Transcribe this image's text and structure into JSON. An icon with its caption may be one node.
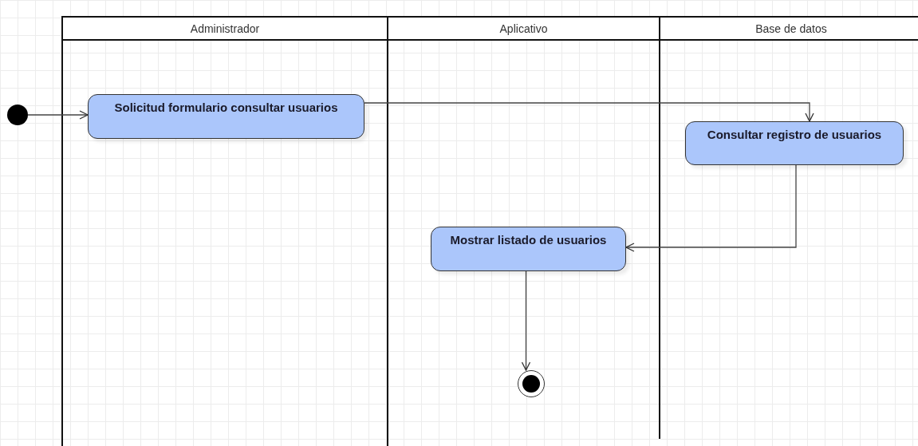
{
  "diagram": {
    "nodes": [
      {
        "text": [
          "Administrador"
        ]
      },
      {
        "text": [
          "Aplicativo"
        ]
      },
      {
        "text": [
          "Base de datos"
        ]
      },
      {
        "text": [],
        "shape": "circle"
      },
      {
        "text": [
          "Solicitud formulario consultar usuarios"
        ],
        "in": 0
      },
      {
        "text": [
          "Consultar registro de usuarios"
        ],
        "in": 2
      },
      {
        "text": [
          "Mostrar listado de usuarios"
        ],
        "in": 1
      },
      {
        "text": [],
        "shape": "circle",
        "in": 1
      }
    ],
    "edges": [
      {
        "from": 3,
        "to": 4,
        "arrow": "to"
      },
      {
        "from": 4,
        "to": 5,
        "arrow": "to"
      },
      {
        "from": 5,
        "to": 6,
        "arrow": "to"
      },
      {
        "from": 6,
        "to": 7,
        "arrow": "to"
      }
    ]
  }
}
